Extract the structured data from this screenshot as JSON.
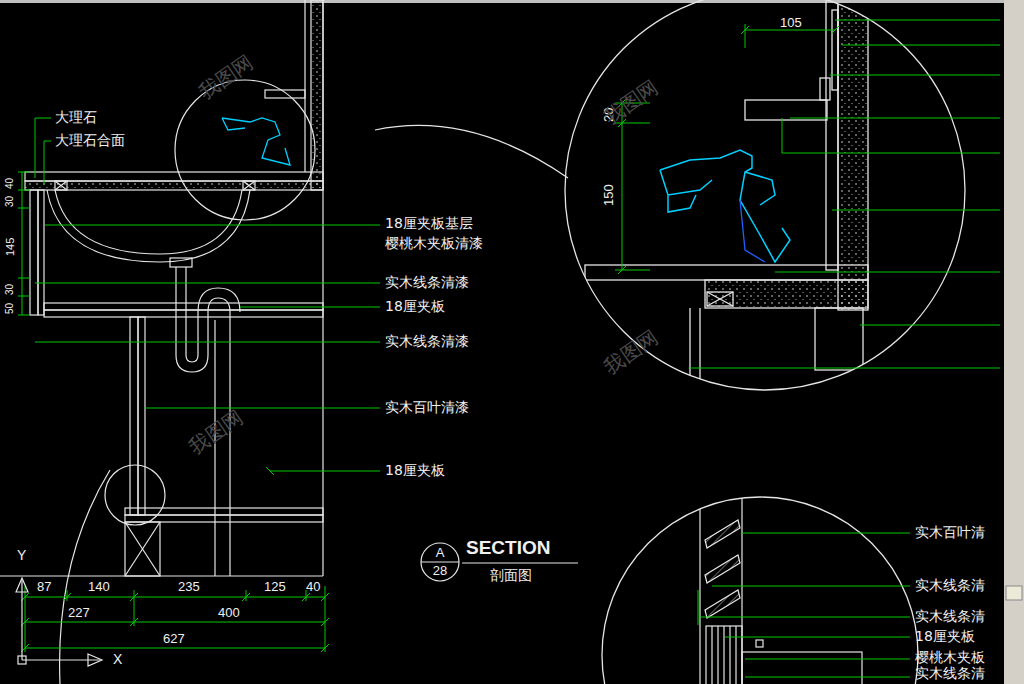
{
  "diagram": {
    "title": "SECTION",
    "caption": "剖面图",
    "nodes": [
      {
        "text": [
          "A",
          "28"
        ]
      }
    ],
    "labels": [
      "大理石",
      "大理石合面",
      "18厘夹板基层",
      "樱桃木夹板清漆",
      "实木线条清漆",
      "18厘夹板",
      "实木线条清漆",
      "实木百叶清漆",
      "18厘夹板",
      "87",
      "140",
      "235",
      "125",
      "40",
      "227",
      "400",
      "627",
      "40",
      "30",
      "145",
      "30",
      "50",
      "105",
      "20",
      "150",
      "Y",
      "X",
      "实木百叶清",
      "实木线条清",
      "实木线条清",
      "18厘夹板",
      "樱桃木夹板",
      "实木线条清",
      "我图网",
      "我图网",
      "我图网",
      "我图网"
    ]
  }
}
